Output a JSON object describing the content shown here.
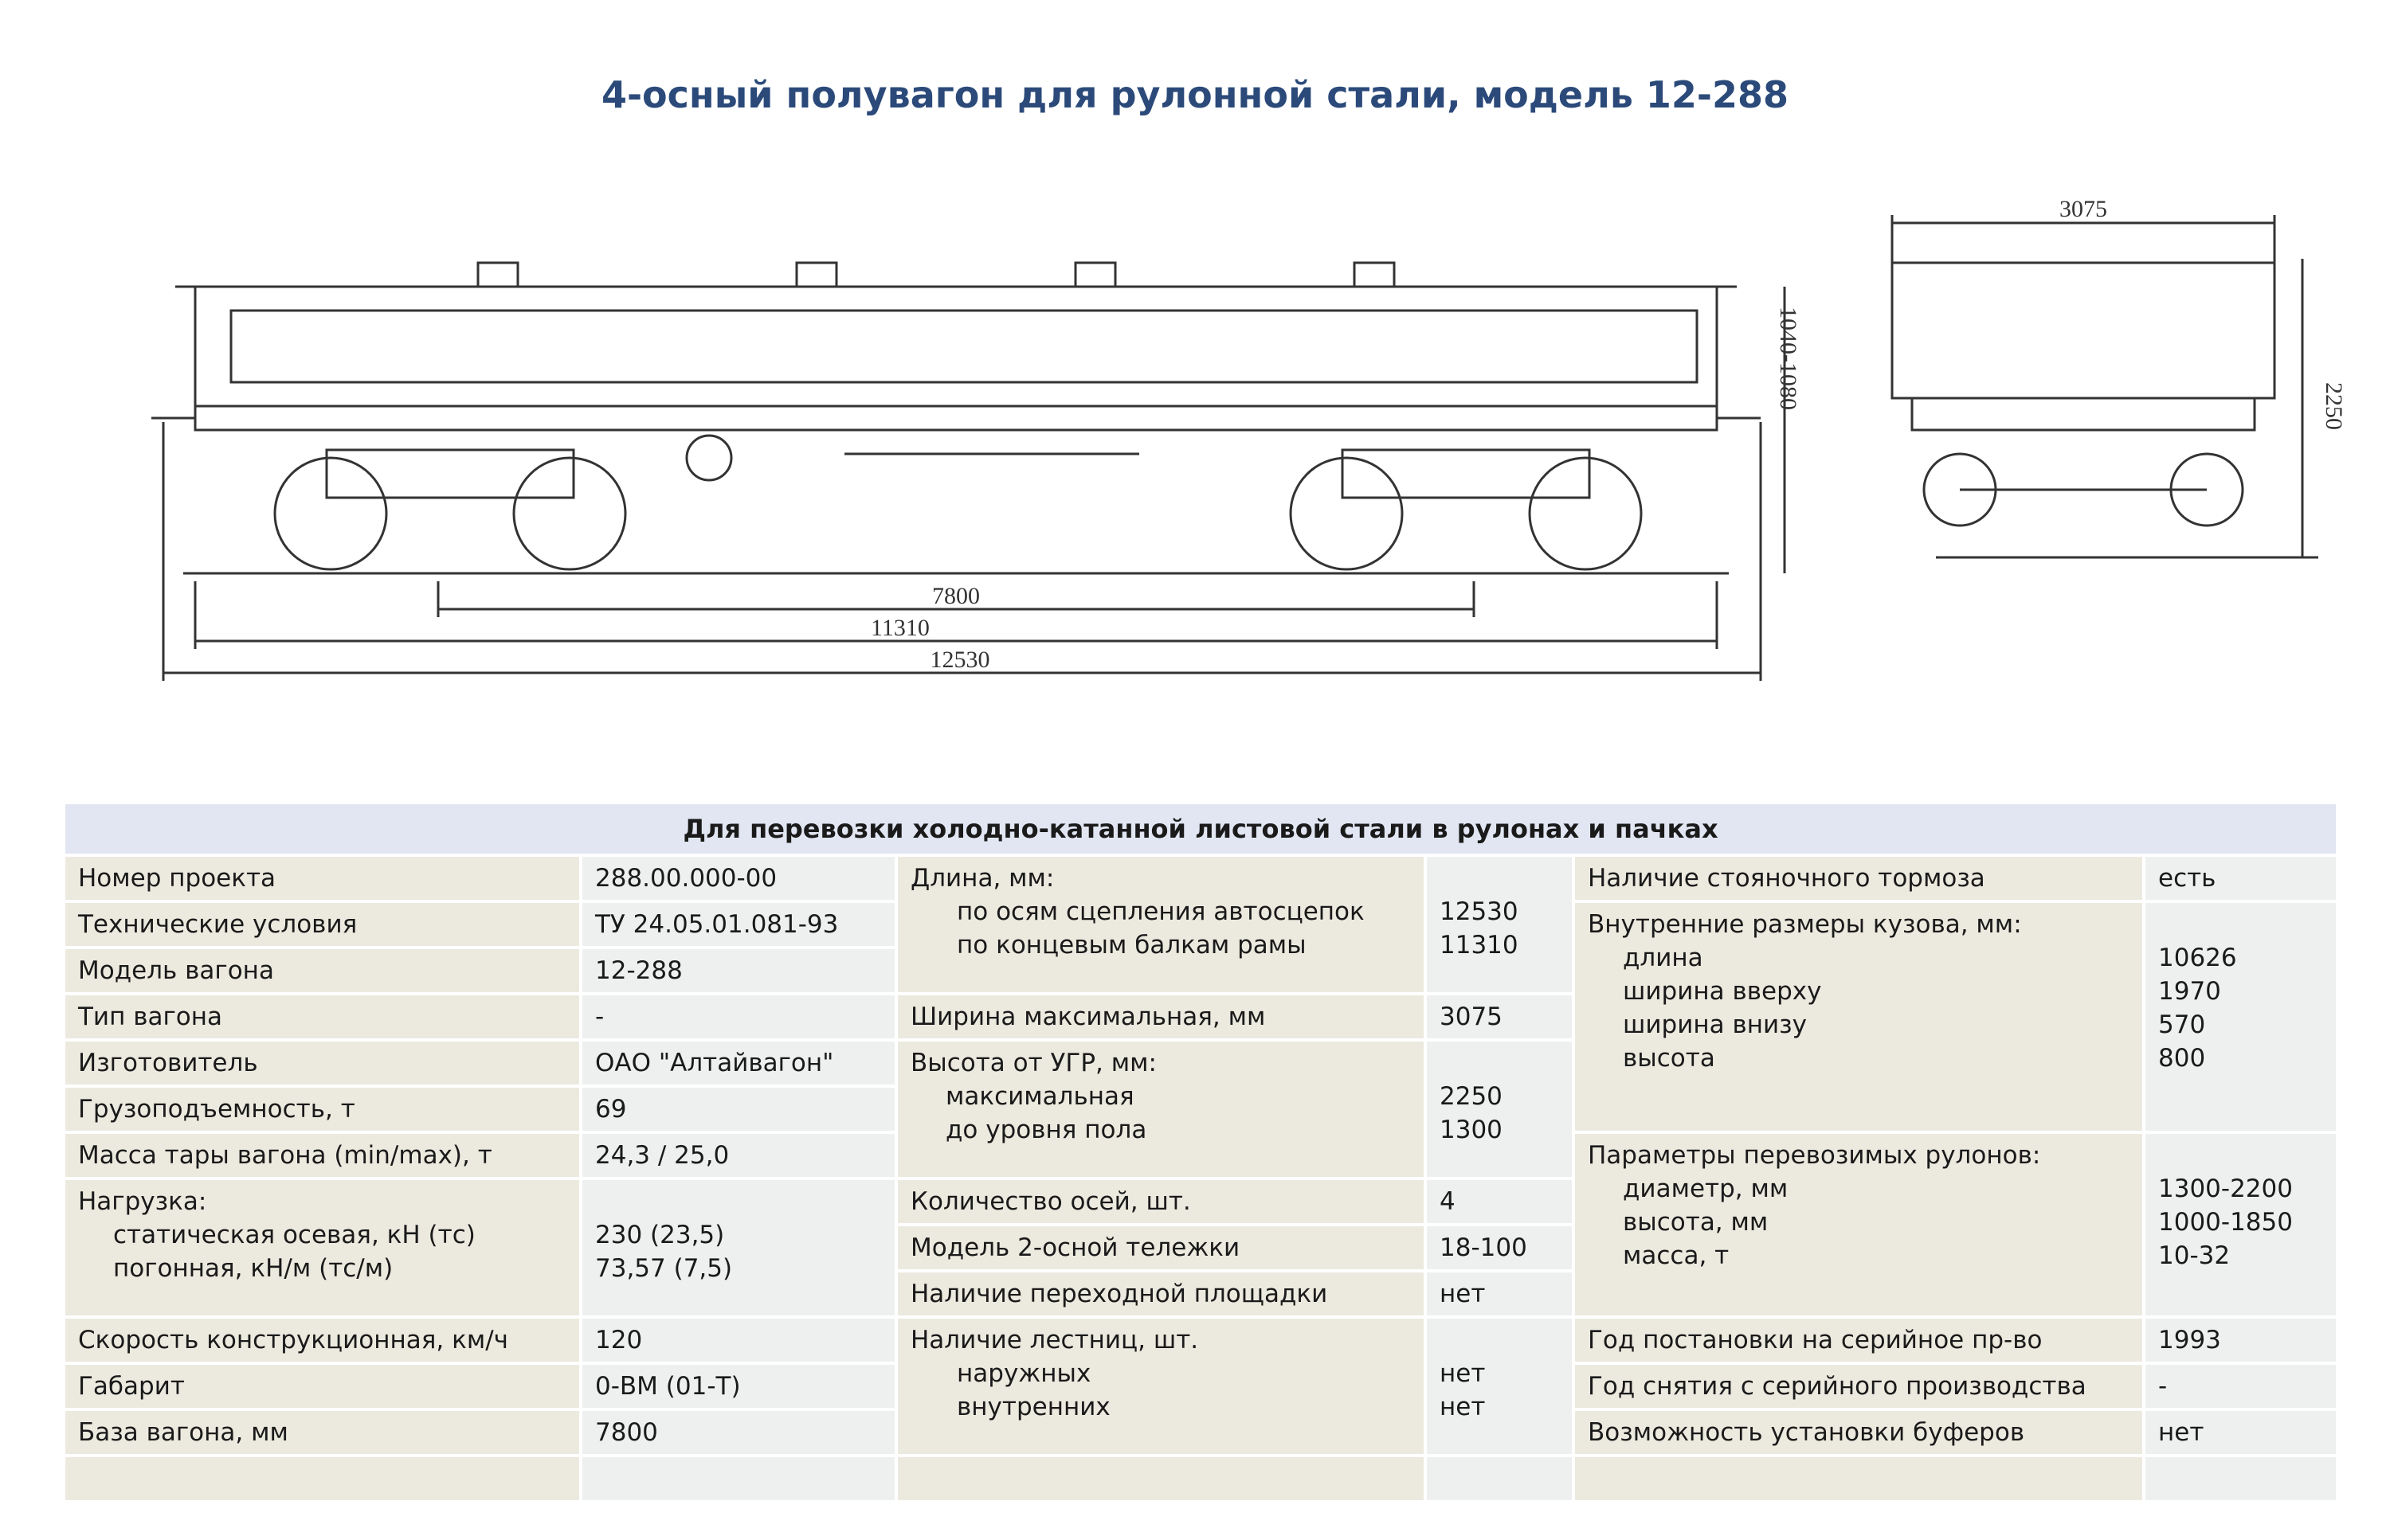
{
  "title": "4-осный полувагон для рулонной стали, модель 12-288",
  "drawing": {
    "dim_length_total": "12530",
    "dim_length_frame": "11310",
    "dim_base": "7800",
    "dim_height_side": "1040-1080",
    "dim_width": "3075",
    "dim_height": "2250"
  },
  "table": {
    "header": "Для перевозки холодно-катанной листовой стали в рулонах и пачках",
    "col1": {
      "project_label": "Номер проекта",
      "project_value": "288.00.000-00",
      "tu_label": "Технические условия",
      "tu_value": "ТУ 24.05.01.081-93",
      "model_label": "Модель вагона",
      "model_value": "12-288",
      "type_label": "Тип вагона",
      "type_value": "-",
      "maker_label": "Изготовитель",
      "maker_value": "ОАО \"Алтайвагон\"",
      "capacity_label": "Грузоподъемность, т",
      "capacity_value": "69",
      "tare_label": "Масса тары вагона (min/max), т",
      "tare_value": "24,3 / 25,0",
      "load_label": "Нагрузка:",
      "load_static_label": "статическая осевая, кН (тс)",
      "load_static_value": "230 (23,5)",
      "load_linear_label": "погонная, кН/м (тс/м)",
      "load_linear_value": "73,57 (7,5)",
      "speed_label": "Скорость конструкционная, км/ч",
      "speed_value": "120",
      "gauge_label": "Габарит",
      "gauge_value": "0-ВМ (01-Т)",
      "base_label": "База вагона, мм",
      "base_value": "7800"
    },
    "col2": {
      "length_label": "Длина, мм:",
      "length_coupler_label": "по осям сцепления автосцепок",
      "length_coupler_value": "12530",
      "length_beams_label": "по концевым балкам рамы",
      "length_beams_value": "11310",
      "width_label": "Ширина максимальная, мм",
      "width_value": "3075",
      "height_label": "Высота от УГР, мм:",
      "height_max_label": "максимальная",
      "height_max_value": "2250",
      "height_floor_label": "до уровня пола",
      "height_floor_value": "1300",
      "axles_label": "Количество осей, шт.",
      "axles_value": "4",
      "bogie_label": "Модель 2-осной тележки",
      "bogie_value": "18-100",
      "platform_label": "Наличие переходной площадки",
      "platform_value": "нет",
      "ladders_label": "Наличие лестниц, шт.",
      "ladders_out_label": "наружных",
      "ladders_out_value": "нет",
      "ladders_in_label": "внутренних",
      "ladders_in_value": "нет"
    },
    "col3": {
      "brake_label": "Наличие стояночного тормоза",
      "brake_value": "есть",
      "inner_label": "Внутренние размеры кузова, мм:",
      "inner_len_label": "длина",
      "inner_len_value": "10626",
      "inner_wtop_label": "ширина вверху",
      "inner_wtop_value": "1970",
      "inner_wbot_label": "ширина внизу",
      "inner_wbot_value": "570",
      "inner_h_label": "высота",
      "inner_h_value": "800",
      "coil_label": "Параметры перевозимых рулонов:",
      "coil_d_label": "диаметр, мм",
      "coil_d_value": "1300-2200",
      "coil_h_label": "высота, мм",
      "coil_h_value": "1000-1850",
      "coil_m_label": "масса, т",
      "coil_m_value": "10-32",
      "serial_start_label": "Год постановки на серийное пр-во",
      "serial_start_value": "1993",
      "serial_end_label": "Год снятия с серийного производства",
      "serial_end_value": "-",
      "buffers_label": "Возможность установки буферов",
      "buffers_value": "нет"
    }
  }
}
